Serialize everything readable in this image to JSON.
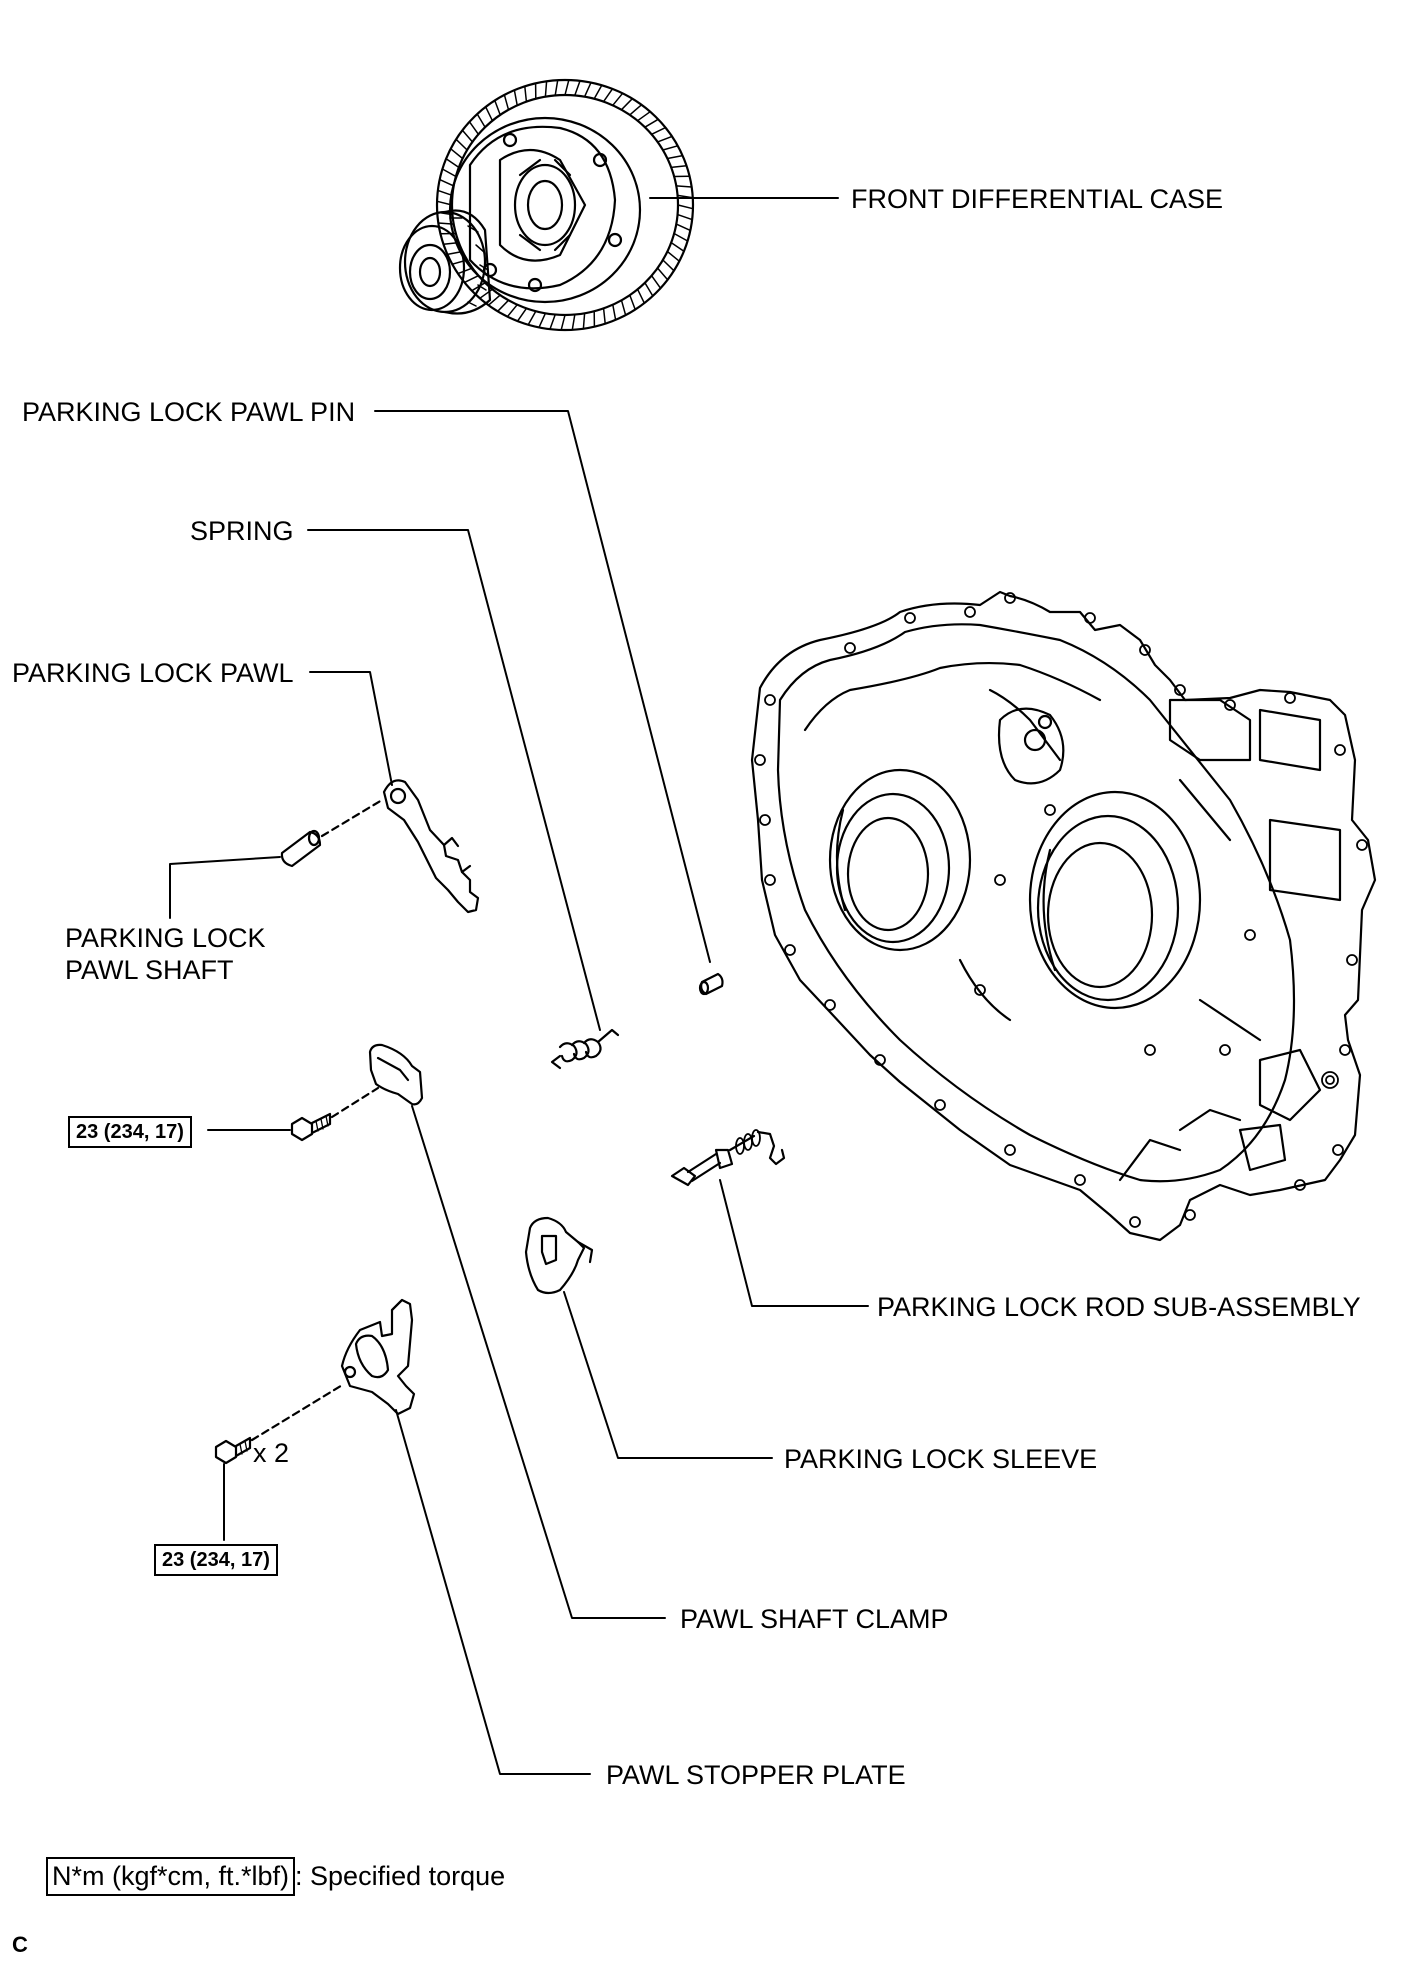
{
  "callouts": {
    "front_differential_case": "FRONT DIFFERENTIAL CASE",
    "parking_lock_pawl_pin": "PARKING LOCK PAWL PIN",
    "spring": "SPRING",
    "parking_lock_pawl": "PARKING LOCK PAWL",
    "parking_lock_pawl_shaft_line1": "PARKING LOCK",
    "parking_lock_pawl_shaft_line2": "PAWL SHAFT",
    "parking_lock_rod_sub_assembly": "PARKING LOCK ROD SUB-ASSEMBLY",
    "parking_lock_sleeve": "PARKING LOCK SLEEVE",
    "pawl_shaft_clamp": "PAWL SHAFT CLAMP",
    "pawl_stopper_plate": "PAWL STOPPER PLATE",
    "quantity": "x 2"
  },
  "torque_specs": {
    "clamp_bolt": "23 (234, 17)",
    "stopper_plate_bolt": "23 (234, 17)"
  },
  "legend": {
    "unit_box": "N*m (kgf*cm, ft.*lbf)",
    "description": ": Specified torque"
  },
  "corner_mark": "C"
}
